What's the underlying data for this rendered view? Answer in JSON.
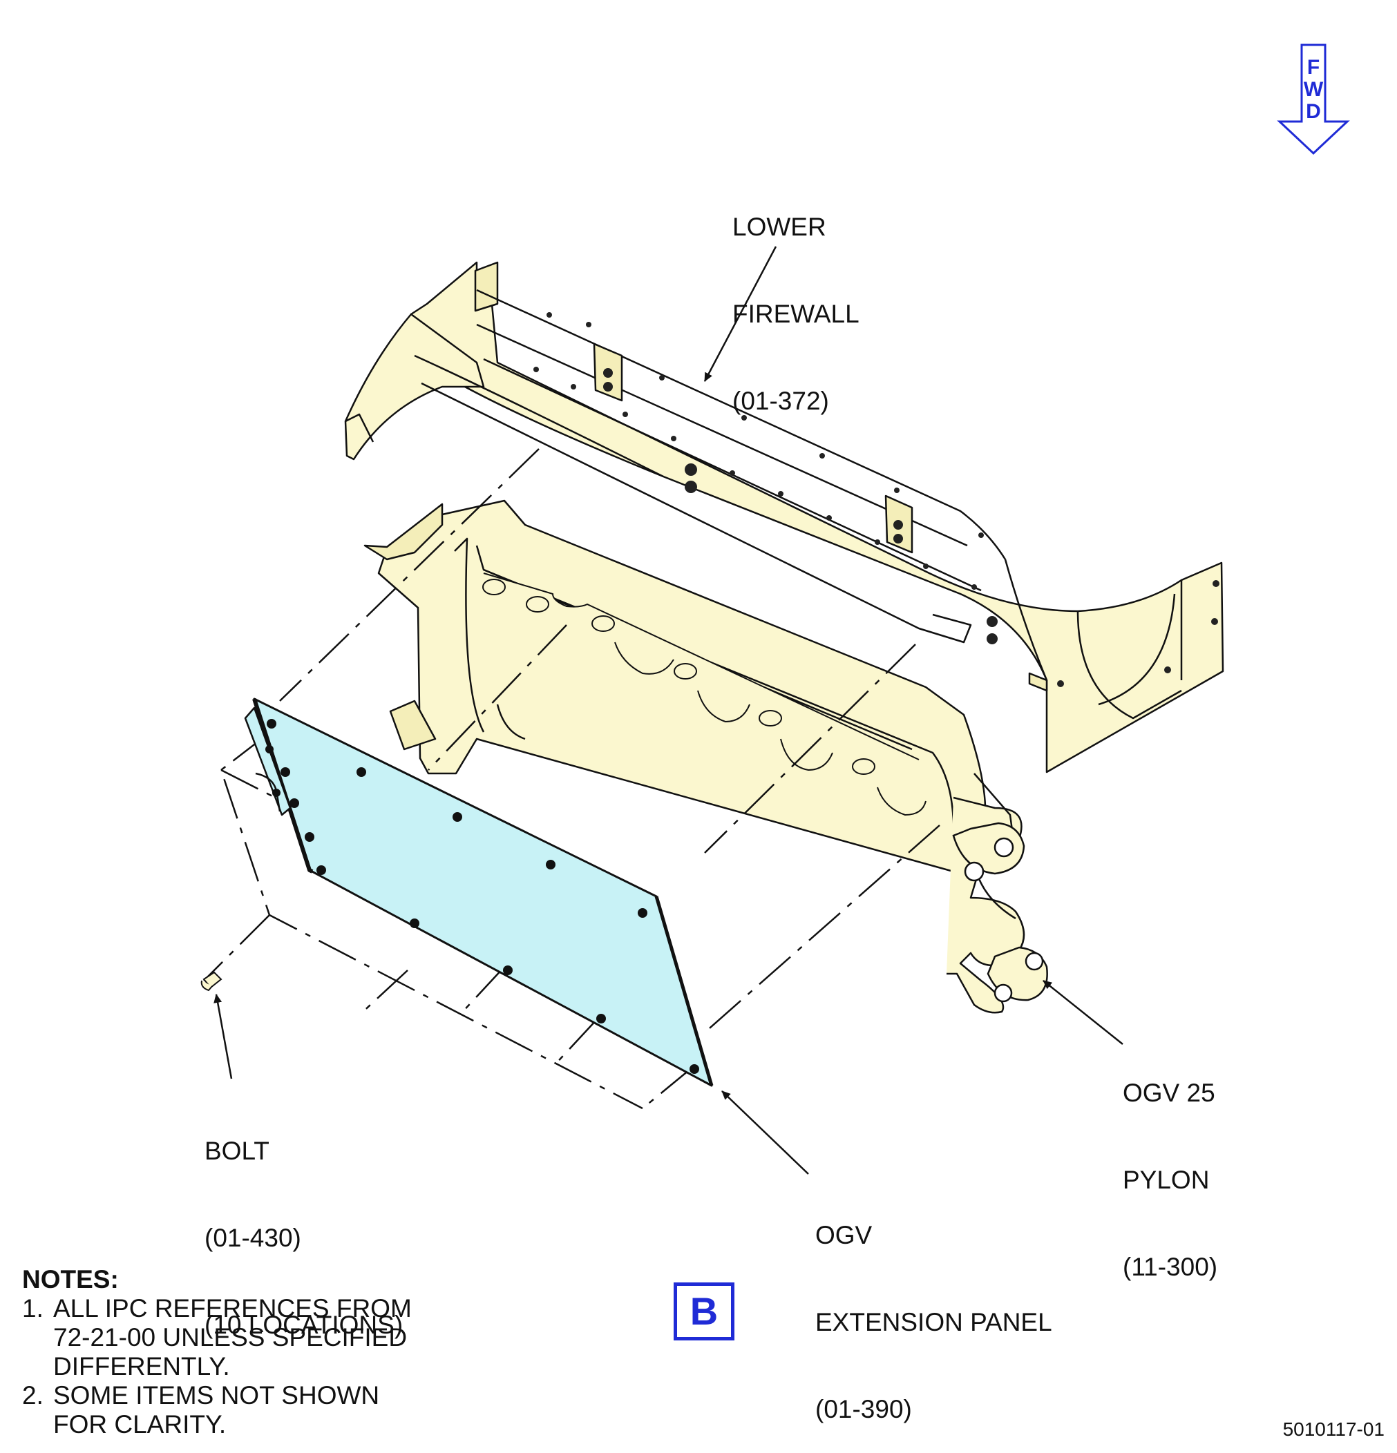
{
  "orientation": {
    "letters": [
      "F",
      "W",
      "D"
    ],
    "color": "#1f2bd6"
  },
  "callouts": {
    "lower_firewall": [
      "LOWER",
      "FIREWALL",
      "(01-372)"
    ],
    "pylon": [
      "OGV 25",
      "PYLON",
      "(11-300)"
    ],
    "bolt": [
      "BOLT",
      "(01-430)",
      "(10 LOCATIONS)"
    ],
    "panel": [
      "OGV",
      "EXTENSION PANEL",
      "(01-390)"
    ]
  },
  "view_label": "B",
  "notes": {
    "heading": "NOTES:",
    "items": [
      {
        "num": "1.",
        "lines": [
          "ALL IPC REFERENCES FROM",
          "72-21-00 UNLESS SPECIFIED",
          "DIFFERENTLY."
        ]
      },
      {
        "num": "2.",
        "lines": [
          "SOME ITEMS NOT SHOWN",
          "FOR CLARITY."
        ]
      }
    ]
  },
  "document_number": "5010117-01",
  "colors": {
    "structure_fill": "#fbf7cf",
    "panel_fill": "#c8f2f6",
    "accent": "#1f2bd6",
    "line": "#111111"
  }
}
